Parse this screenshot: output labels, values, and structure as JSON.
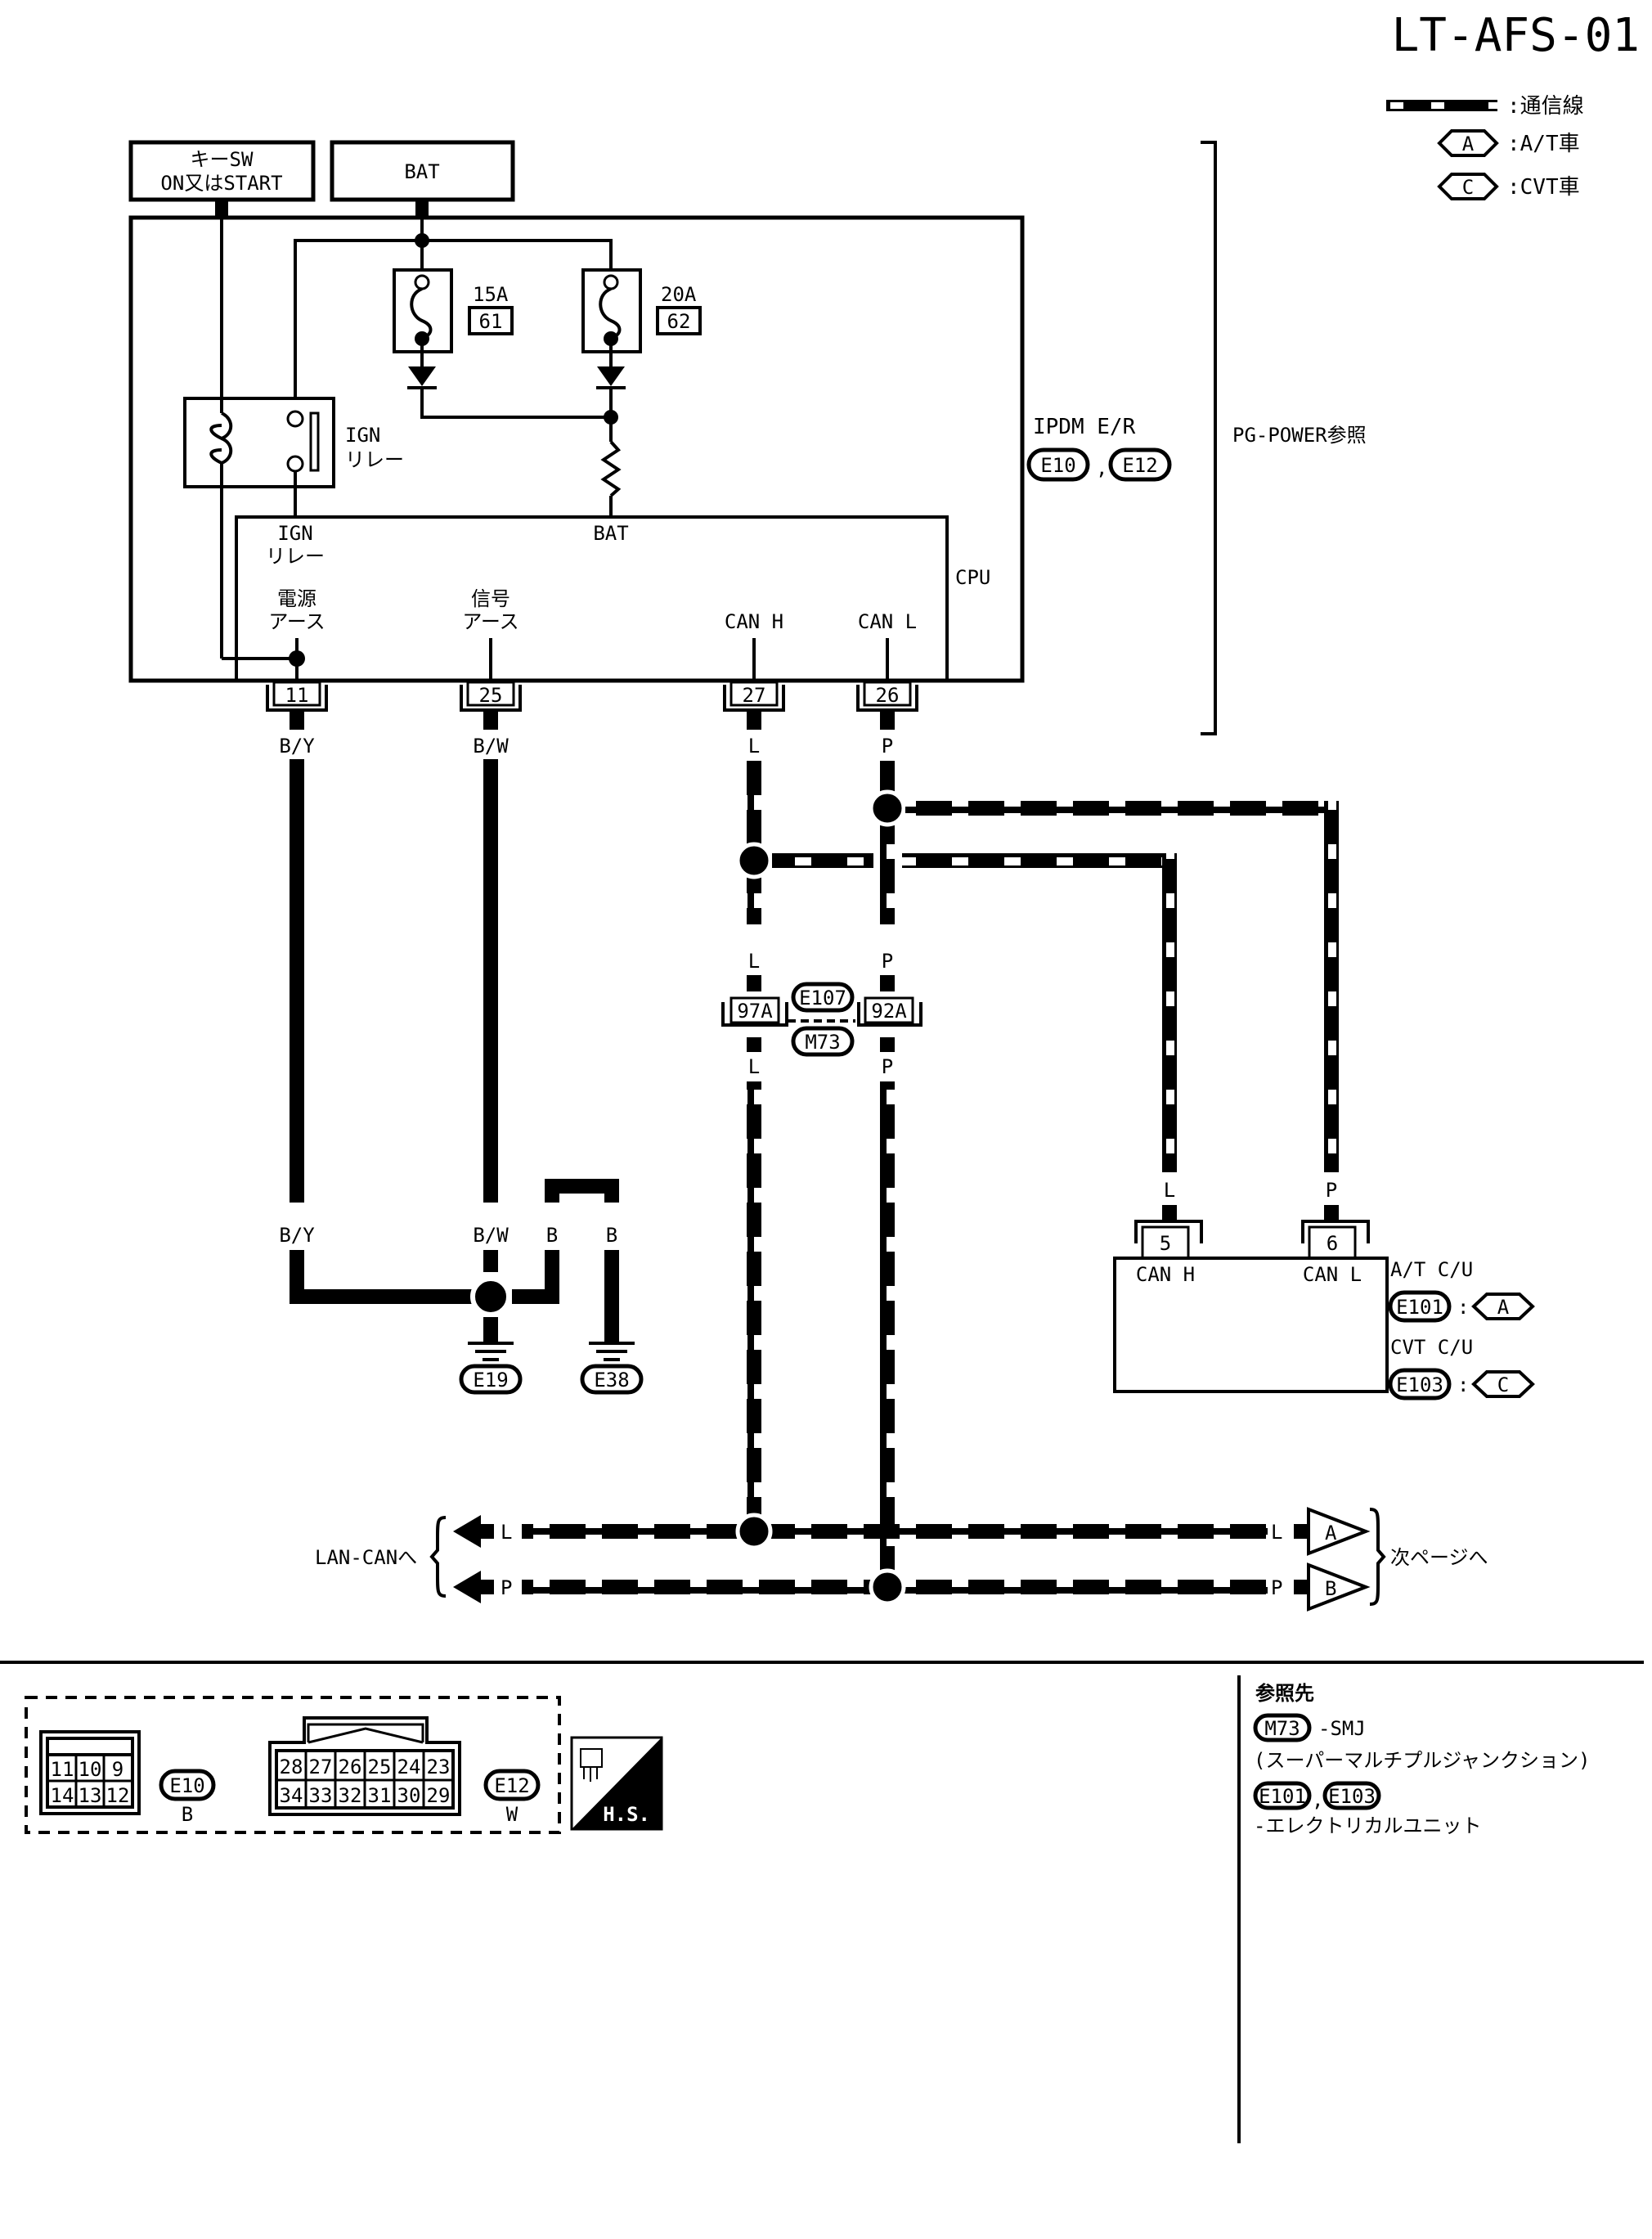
{
  "page_id": "LT-AFS-01",
  "legend": {
    "comm_line_label": ":通信線",
    "at_symbol": "A",
    "at_label": ":A/T車",
    "cvt_symbol": "C",
    "cvt_label": ":CVT車"
  },
  "sources": {
    "key_sw_line1": "キーSW",
    "key_sw_line2": "ON又はSTART",
    "bat": "BAT"
  },
  "ipdm": {
    "name": "IPDM E/R",
    "connector1": "E10",
    "connector2": "E12",
    "separator": ",",
    "ref": "PG-POWER参照",
    "fuse1_rating": "15A",
    "fuse1_no": "61",
    "fuse2_rating": "20A",
    "fuse2_no": "62",
    "relay_line1": "IGN",
    "relay_line2": "リレー",
    "cpu_label": "CPU",
    "cpu_ign_line1": "IGN",
    "cpu_ign_line2": "リレー",
    "cpu_bat": "BAT",
    "pwr_gnd_line1": "電源",
    "pwr_gnd_line2": "アース",
    "sig_gnd_line1": "信号",
    "sig_gnd_line2": "アース",
    "can_h": "CAN H",
    "can_l": "CAN L",
    "pins": [
      "11",
      "25",
      "27",
      "26"
    ]
  },
  "wires": {
    "by": "B/Y",
    "bw": "B/W",
    "b": "B",
    "l": "L",
    "p": "P"
  },
  "grounds": [
    "E19",
    "E38"
  ],
  "junction": {
    "pin_l": "97A",
    "pin_p": "92A",
    "conn_top": "E107",
    "conn_bottom": "M73"
  },
  "tcu": {
    "pin_h": "5",
    "pin_l": "6",
    "can_h": "CAN H",
    "can_l": "CAN L",
    "at_name": "A/T C/U",
    "at_conn": "E101",
    "at_sym": "A",
    "cvt_name": "CVT C/U",
    "cvt_conn": "E103",
    "cvt_sym": "C",
    "colon": ":"
  },
  "bus": {
    "left_label": "LAN-CANへ",
    "right_label": "次ページへ",
    "arrow_a": "A",
    "arrow_b": "B"
  },
  "connector_views": {
    "e10_pins_top": [
      "11",
      "10",
      "9"
    ],
    "e10_pins_bottom": [
      "14",
      "13",
      "12"
    ],
    "e10_id": "E10",
    "e10_color": "B",
    "e12_pins_top": [
      "28",
      "27",
      "26",
      "25",
      "24",
      "23"
    ],
    "e12_pins_bottom": [
      "34",
      "33",
      "32",
      "31",
      "30",
      "29"
    ],
    "e12_id": "E12",
    "e12_color": "W",
    "hs_label": "H.S."
  },
  "references": {
    "title": "参照先",
    "m73": "M73",
    "m73_desc": "-SMJ",
    "m73_full": "(スーパーマルチプルジャンクション)",
    "e101": "E101",
    "e103": "E103",
    "sep": ",",
    "unit_desc": "-エレクトリカルユニット"
  }
}
